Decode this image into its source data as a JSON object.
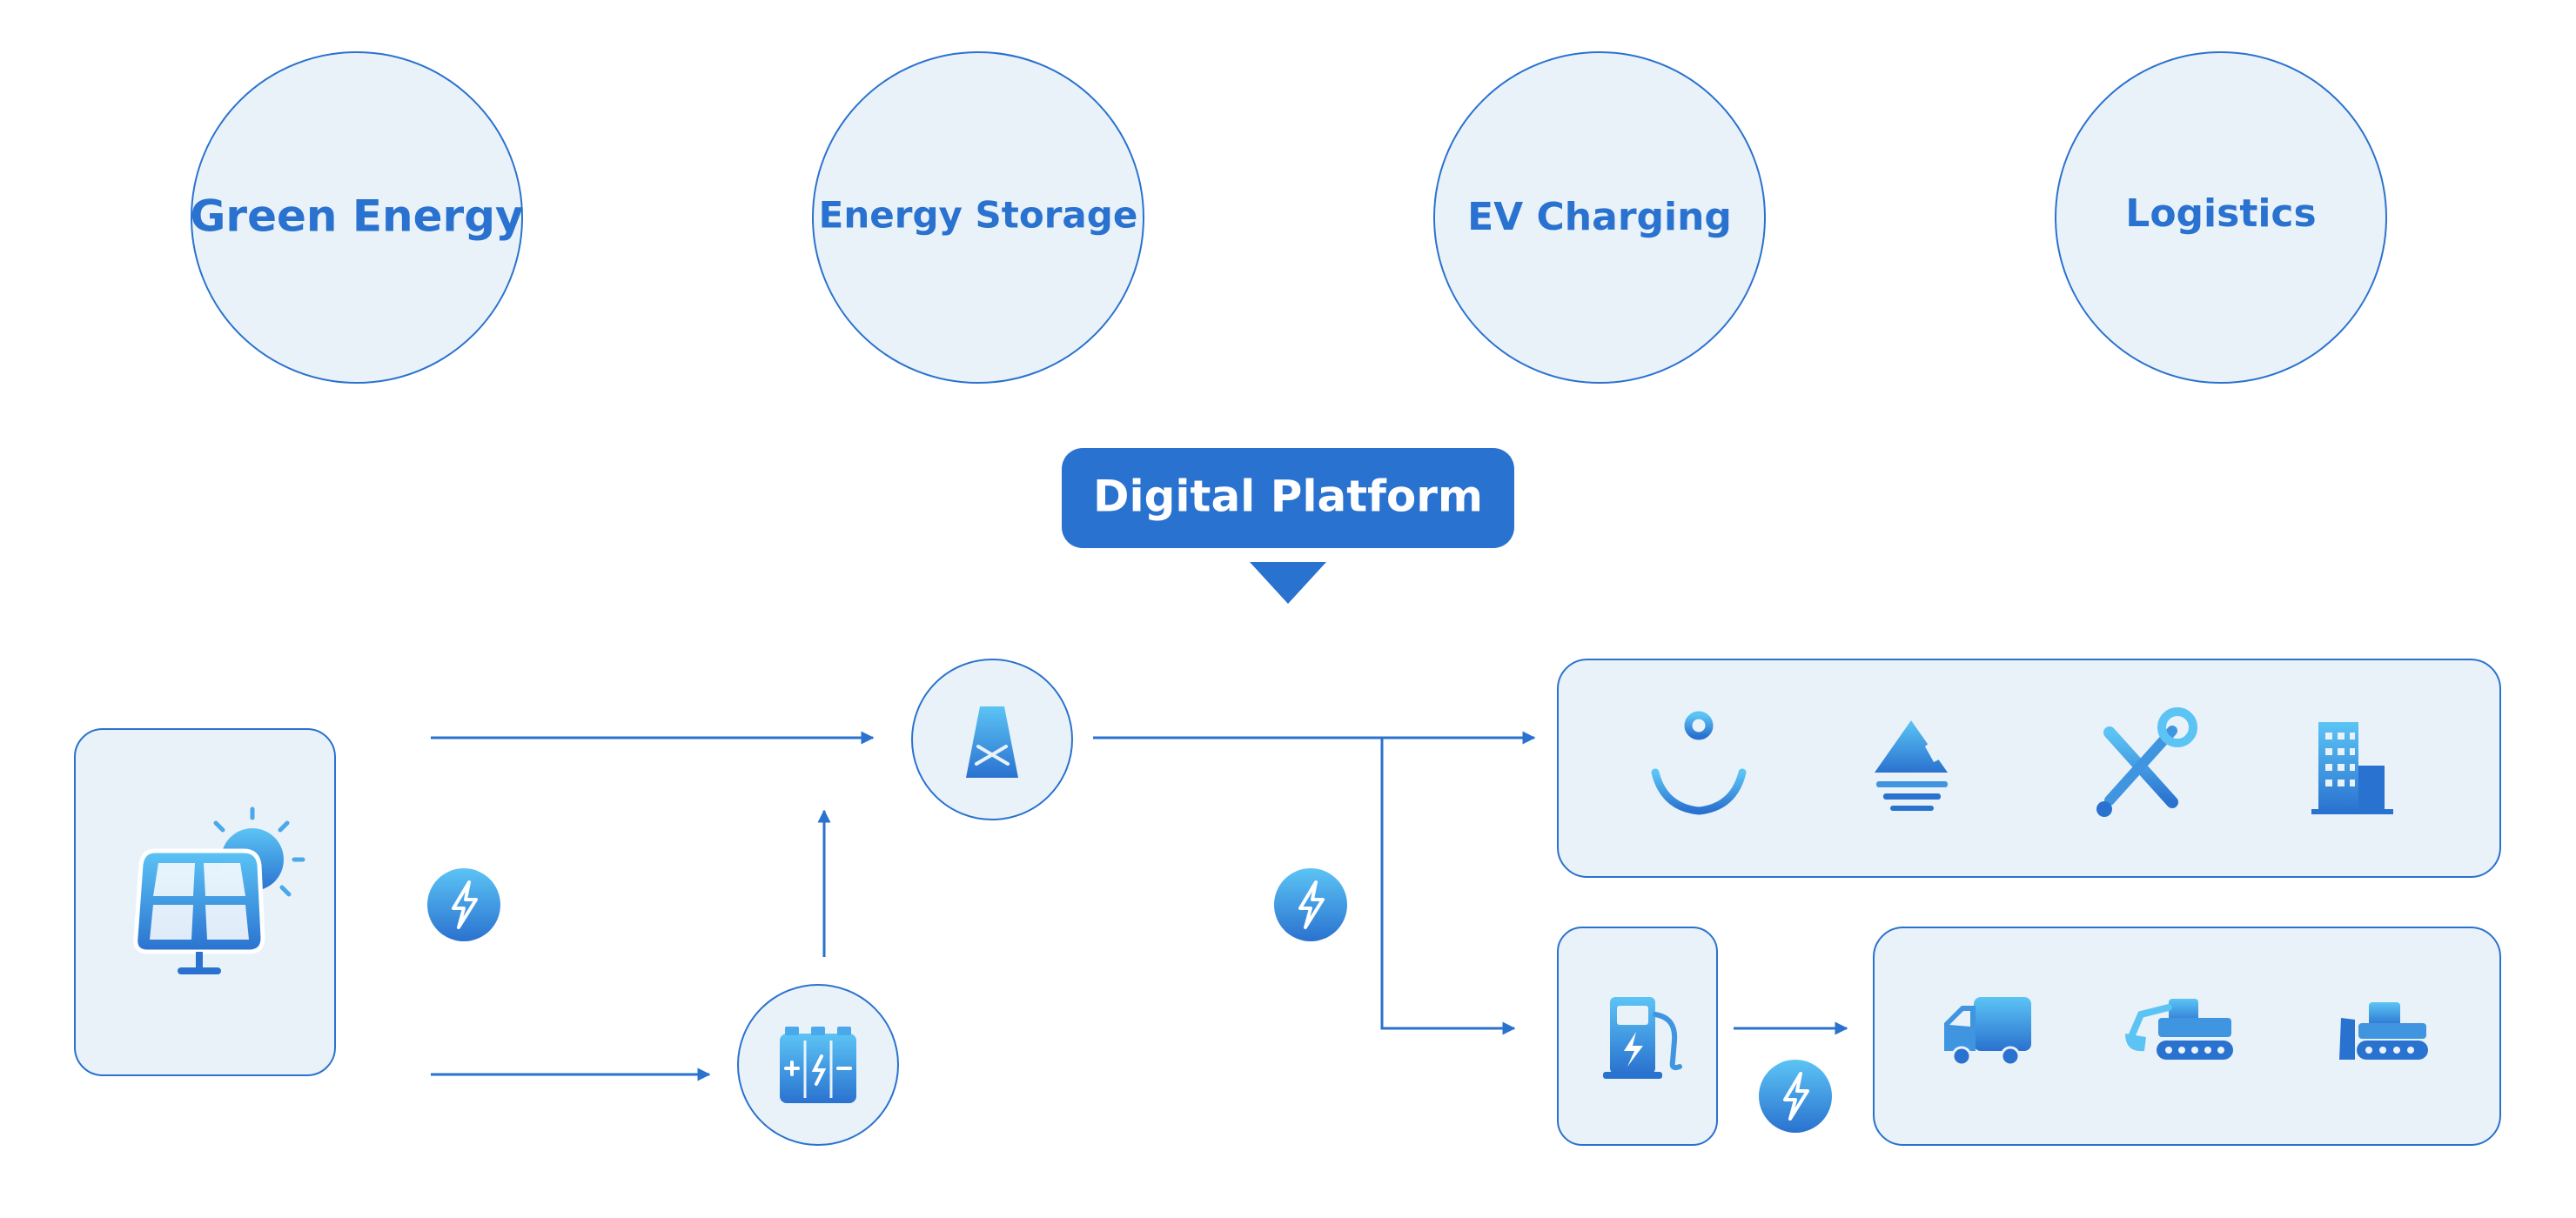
{
  "pillars": [
    {
      "label": "Green Energy"
    },
    {
      "label": "Energy Storage"
    },
    {
      "label": "EV Charging"
    },
    {
      "label": "Logistics"
    }
  ],
  "platform": {
    "label": "Digital Platform"
  },
  "colors": {
    "accent": "#2a72cf",
    "panel_fill": "#eaf2f9",
    "icon_light": "#5cc4f5",
    "icon_dark": "#2a72cf"
  },
  "icons": {
    "source": "solar-panel-icon",
    "hub": "transmission-tower-icon",
    "storage": "battery-pack-icon",
    "charger": "charging-station-icon",
    "badge": "lightning-icon",
    "industries": [
      "anchor-icon",
      "mountain-icon",
      "wrench-screwdriver-icon",
      "building-icon"
    ],
    "vehicles": [
      "truck-icon",
      "excavator-icon",
      "bulldozer-icon"
    ]
  }
}
